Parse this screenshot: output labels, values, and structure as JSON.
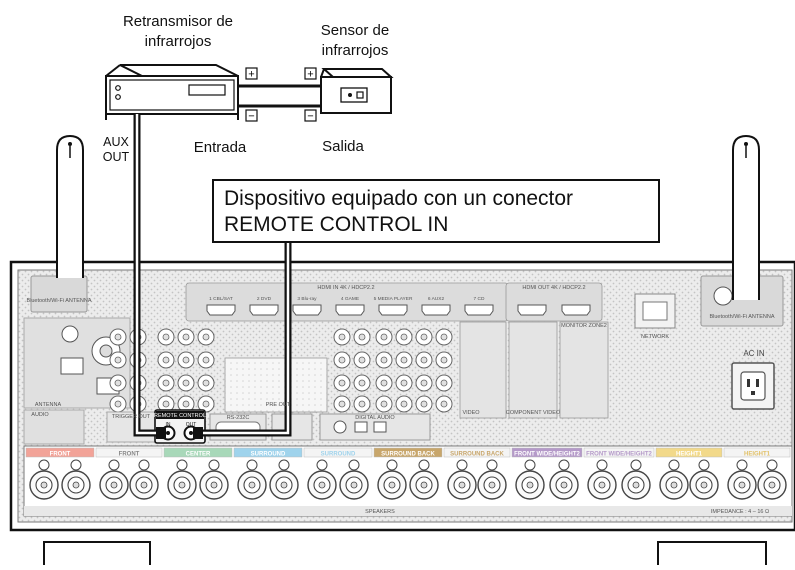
{
  "labels": {
    "ir_retransmitter": [
      "Retransmisor de",
      "infrarrojos"
    ],
    "ir_sensor": [
      "Sensor de",
      "infrarrojos"
    ],
    "aux_out": [
      "AUX",
      "OUT"
    ],
    "input": "Entrada",
    "output": "Salida",
    "callout": [
      "Dispositivo equipado con un conector",
      "REMOTE CONTROL IN"
    ],
    "plus": "+",
    "minus": "−"
  },
  "panel": {
    "bt_antenna_left": "Bluetooth/Wi-Fi ANTENNA",
    "bt_antenna_right": "Bluetooth/Wi-Fi ANTENNA",
    "hdmi_header": "HDMI  IN  4K / HDCP2.2",
    "hdmi_out_header": "HDMI  OUT  4K / HDCP2.2",
    "hdmi_inputs": [
      "1 CBL/SAT",
      "2 DVD",
      "3 Blu-ray",
      "4 GAME",
      "5 MEDIA PLAYER",
      "6 AUX2",
      "7 CD"
    ],
    "network": "NETWORK",
    "ac_in": "AC IN",
    "antenna": "ANTENNA",
    "audio": "AUDIO",
    "trigger_out": "TRIGGER OUT",
    "remote_control": "REMOTE CONTROL",
    "remote_in": "IN",
    "remote_out": "OUT",
    "rs232c": "RS-232C",
    "pre_out": "PRE OUT",
    "digital_audio": "DIGITAL AUDIO",
    "video": "VIDEO",
    "component_video": "COMPONENT VIDEO",
    "monitor_zone2": "MONITOR ZONE2",
    "speakers": "SPEAKERS",
    "impedance": "IMPEDANCE : 4 – 16 Ω",
    "speaker_groups": [
      "FRONT",
      "FRONT",
      "CENTER",
      "SURROUND",
      "SURROUND",
      "SURROUND BACK",
      "SURROUND BACK",
      "FRONT WIDE/HEIGHT2",
      "FRONT WIDE/HEIGHT2",
      "HEIGHT1",
      "HEIGHT1"
    ]
  },
  "colors": {
    "front": "#f2a398",
    "center": "#a8d8b9",
    "surround": "#9fd3ec",
    "surround_back": "#c8a66b",
    "front_wide": "#b59ac9",
    "height1": "#f2d98a",
    "panel_bg": "#ececec",
    "dark": "#111111"
  }
}
